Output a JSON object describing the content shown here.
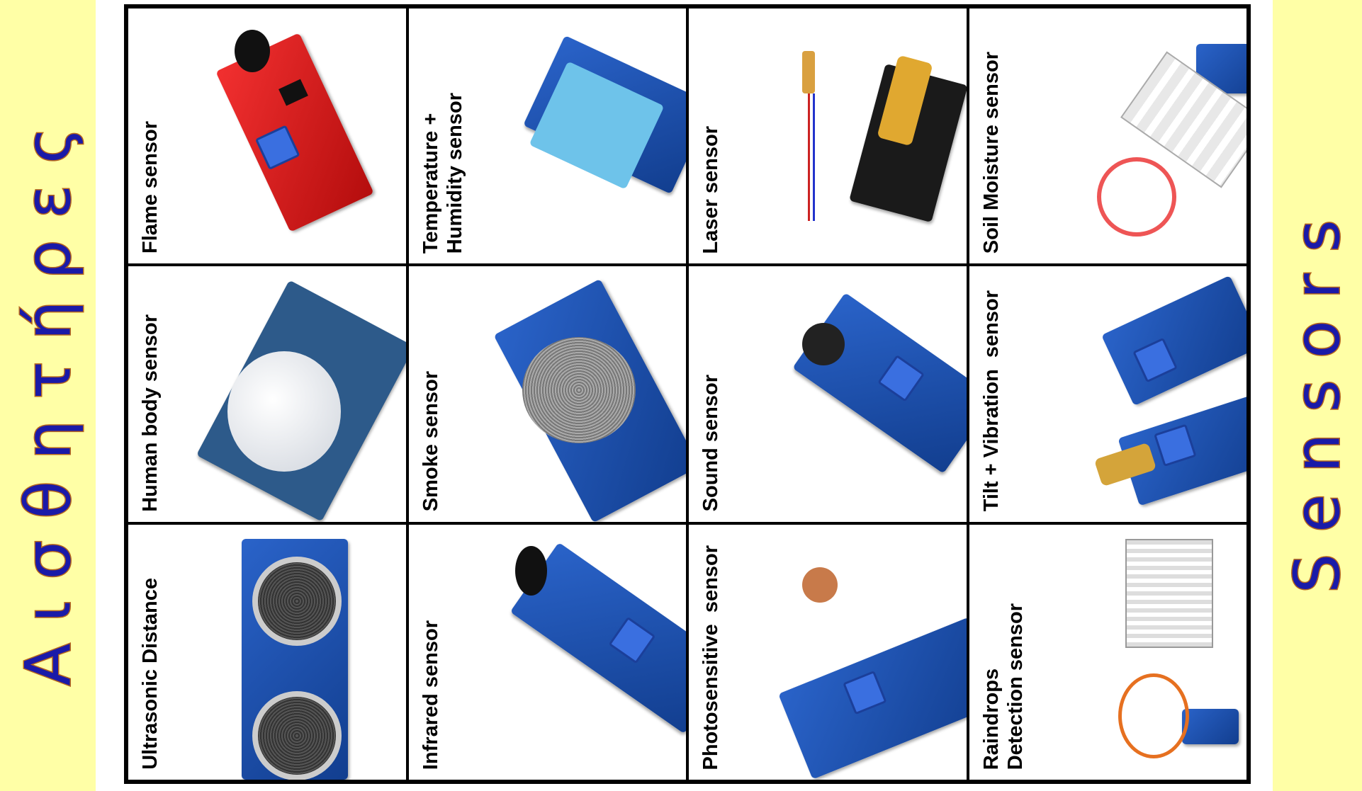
{
  "left_title": "Αισθητήρες",
  "right_title": "Sensors",
  "cells": [
    {
      "label": "Flame sensor",
      "kind": "flame"
    },
    {
      "label": "Temperature +\nHumidity sensor",
      "kind": "dht"
    },
    {
      "label": "Laser sensor",
      "kind": "laser"
    },
    {
      "label": "Soil Moisture sensor",
      "kind": "soil"
    },
    {
      "label": "Human body sensor",
      "kind": "pir"
    },
    {
      "label": "Smoke sensor",
      "kind": "smoke"
    },
    {
      "label": "Sound sensor",
      "kind": "sound"
    },
    {
      "label": "Tilt + Vibration  sensor",
      "kind": "tilt"
    },
    {
      "label": "Ultrasonic Distance",
      "kind": "ultra"
    },
    {
      "label": "Infrared sensor",
      "kind": "ir"
    },
    {
      "label": "Photosensitive  sensor",
      "kind": "photo"
    },
    {
      "label": "Raindrops\nDetection sensor",
      "kind": "rain"
    }
  ]
}
